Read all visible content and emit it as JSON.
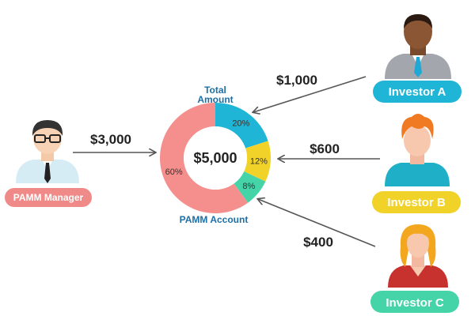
{
  "colors": {
    "investor_a": "#1fb5d6",
    "investor_b": "#f0d229",
    "investor_c": "#45d3a8",
    "manager": "#f08a88",
    "arrow": "#555555",
    "caption": "#1d6fa5"
  },
  "labels": {
    "total_line1": "Total",
    "total_line2": "Amount",
    "center_total": "$5,000",
    "account": "PAMM Account",
    "manager": "PAMM Manager",
    "investor_a": "Investor A",
    "investor_b": "Investor B",
    "investor_c": "Investor C"
  },
  "flows": {
    "manager": "$3,000",
    "investor_a": "$1,000",
    "investor_b": "$600",
    "investor_c": "$400"
  },
  "chart_data": {
    "type": "pie",
    "categories": [
      "Investor A",
      "Investor B",
      "Investor C",
      "PAMM Manager"
    ],
    "values": [
      20,
      12,
      8,
      60
    ],
    "value_labels": [
      "20%",
      "12%",
      "8%",
      "60%"
    ],
    "colors": [
      "#1fb5d6",
      "#f0d229",
      "#45d3a8",
      "#f58f8d"
    ]
  },
  "icons": {
    "manager": "businessman-avatar-icon",
    "investor_a": "man-avatar-icon",
    "investor_b": "young-man-avatar-icon",
    "investor_c": "woman-avatar-icon"
  }
}
